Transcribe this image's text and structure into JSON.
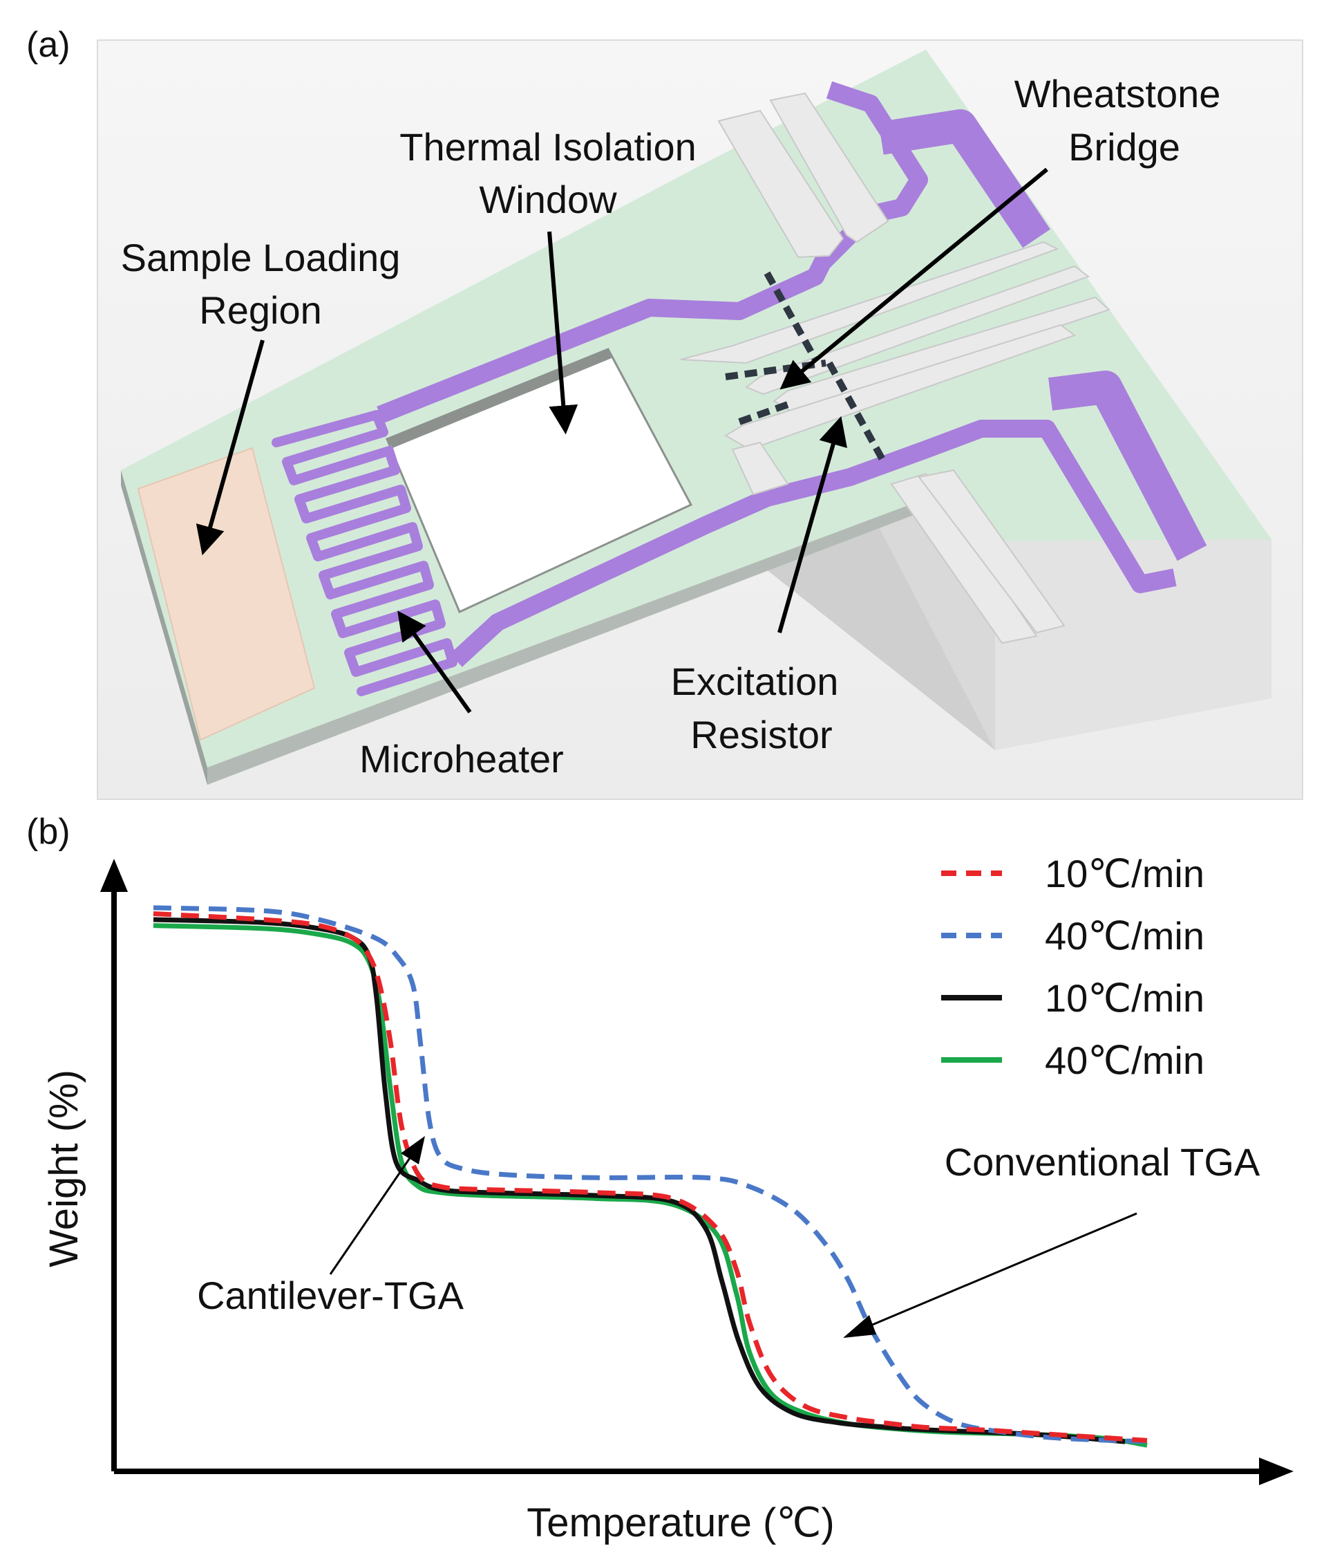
{
  "panel_a": {
    "panel_label": "(a)",
    "labels": {
      "sample_loading_1": "Sample Loading",
      "sample_loading_2": "Region",
      "thermal_isolation_1": "Thermal Isolation",
      "thermal_isolation_2": "Window",
      "wheatstone_1": "Wheatstone",
      "wheatstone_2": "Bridge",
      "microheater": "Microheater",
      "excitation_1": "Excitation",
      "excitation_2": "Resistor"
    },
    "colors": {
      "substrate": "#d3ead9",
      "trace": "#a87fdc",
      "sample_pad": "#f3dccb",
      "electrode": "#eaeaea",
      "block": "#e6e6e6",
      "frame_bg": "#f3f3f3"
    }
  },
  "panel_b": {
    "panel_label": "(b)",
    "xlabel": "Temperature (℃)",
    "ylabel": "Weight (%)",
    "annotations": {
      "conventional": "Conventional TGA",
      "cantilever": "Cantilever-TGA"
    },
    "legend": [
      {
        "label": "10℃/min",
        "color": "#e8262a",
        "dash": "dashed"
      },
      {
        "label": "40℃/min",
        "color": "#4a78c8",
        "dash": "dashed"
      },
      {
        "label": "10℃/min",
        "color": "#111111",
        "dash": "solid"
      },
      {
        "label": "40℃/min",
        "color": "#1aa84a",
        "dash": "solid"
      }
    ]
  },
  "chart_data": {
    "type": "line",
    "title": "",
    "xlabel": "Temperature (℃)",
    "ylabel": "Weight (%)",
    "xlim": [
      0,
      100
    ],
    "ylim": [
      0,
      100
    ],
    "ticks_shown": false,
    "legend_position": "top-right",
    "series": [
      {
        "name": "10℃/min",
        "color": "#e8262a",
        "dash": "dashed",
        "x": [
          0,
          10,
          15,
          18,
          19.5,
          20.5,
          21.5,
          22.5,
          24,
          26,
          30,
          40,
          47,
          51,
          52.8,
          54,
          56,
          59,
          63,
          67,
          70,
          75,
          80,
          90
        ],
        "y": [
          94,
          93,
          92,
          90,
          87,
          82,
          72,
          58,
          50,
          48,
          47.5,
          47,
          46,
          41,
          34,
          25,
          16,
          11,
          9,
          8,
          7.4,
          7,
          6.4,
          5.2
        ]
      },
      {
        "name": "40℃/min",
        "color": "#4a78c8",
        "dash": "dashed",
        "x": [
          0,
          10,
          15,
          20,
          22,
          23.5,
          24.2,
          25,
          26,
          28,
          32,
          40,
          50,
          54,
          58,
          61,
          63,
          65,
          68,
          70,
          73,
          77,
          82,
          90
        ],
        "y": [
          95,
          94.5,
          93,
          90,
          87,
          82,
          72,
          59,
          53,
          51,
          50,
          49.5,
          49.5,
          48,
          44,
          38,
          32,
          24,
          15,
          11,
          8,
          6.6,
          5.6,
          5.0
        ]
      },
      {
        "name": "10℃/min",
        "color": "#111111",
        "dash": "solid",
        "x": [
          0,
          10,
          15,
          18,
          19.5,
          20.2,
          21,
          22,
          24,
          26,
          30,
          40,
          47,
          50,
          51.5,
          53,
          55,
          58,
          62,
          66,
          70,
          80,
          88
        ],
        "y": [
          93,
          92.5,
          91.5,
          90,
          87,
          80,
          64,
          52,
          49,
          47.5,
          47,
          46.5,
          45.5,
          41,
          32,
          22,
          14,
          9.8,
          8.2,
          7.5,
          7,
          6.2,
          5.0
        ]
      },
      {
        "name": "40℃/min",
        "color": "#1aa84a",
        "dash": "solid",
        "x": [
          0,
          10,
          15,
          18,
          19.5,
          20.5,
          21.5,
          22.5,
          24,
          26,
          30,
          40,
          47,
          51,
          52.8,
          54,
          56,
          59,
          63,
          67,
          72,
          80,
          86,
          90
        ],
        "y": [
          92,
          91.5,
          90.5,
          89,
          86,
          79,
          64,
          52,
          48,
          47,
          46.5,
          46,
          45,
          40,
          30,
          20,
          13,
          9.8,
          8,
          7.2,
          6.6,
          6.2,
          5.6,
          4.4
        ]
      }
    ]
  }
}
